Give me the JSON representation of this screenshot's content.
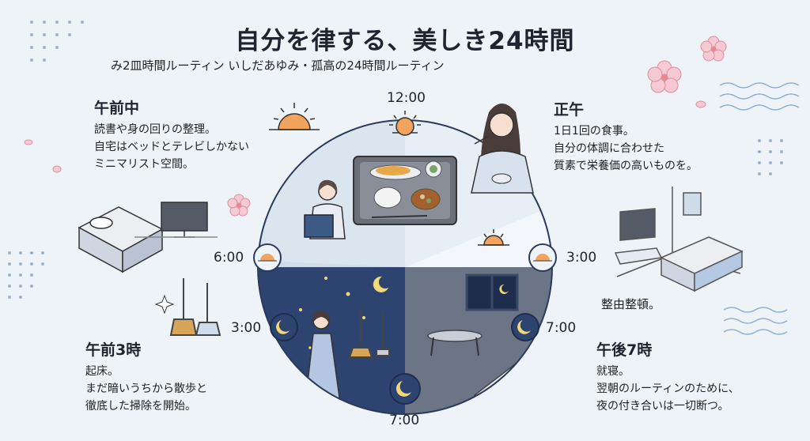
{
  "title": "自分を律する、美しき24時間",
  "subtitle": "み2皿時間ルーティン いしだあゆみ・孤高の24時間ルーティン",
  "sections": {
    "morning": {
      "heading": "午前中",
      "lines": [
        "読書や身の回りの整理。",
        "自宅はベッドとテレビしかない",
        "ミニマリスト空間。"
      ]
    },
    "noon": {
      "heading": "正午",
      "lines": [
        "1日1回の食事。",
        "自分の体調に合わせた",
        "質素で栄養価の高いものを。"
      ]
    },
    "early": {
      "heading": "午前3時",
      "lines": [
        "起床。",
        "まだ暗いうちから散歩と",
        "徹底した掃除を開始。"
      ]
    },
    "evening": {
      "heading": "午後7時",
      "lines": [
        "就寝。",
        "翌朝のルーティンのために、",
        "夜の付き合いは一切断つ。"
      ]
    },
    "afternoon_note": "整由整頓。"
  },
  "clock_labels": {
    "top": "12:00",
    "left": "6:00",
    "right": "3:00",
    "lower_left": "3:00",
    "lower_right": "7:00",
    "bottom": "7:00"
  },
  "colors": {
    "night": "#2d4370",
    "dusk": "#6b7585",
    "day": "#cfdcea",
    "accent": "#f2a35e",
    "background": "#eef3f7"
  }
}
